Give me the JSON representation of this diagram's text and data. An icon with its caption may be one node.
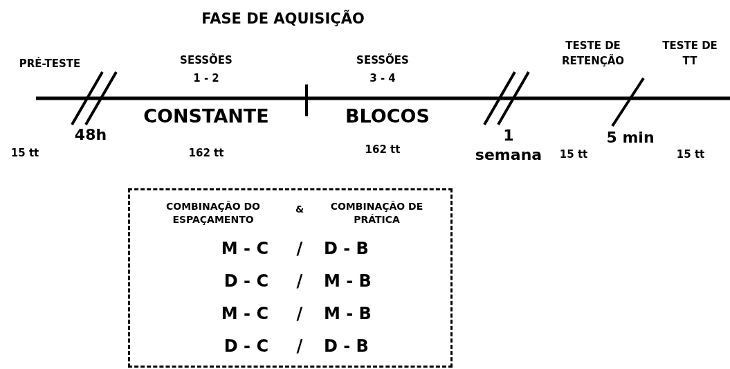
{
  "diagram": {
    "title": "FASE DE AQUISIÇÃO",
    "nodes": [
      {
        "text": [
          "COMBINAÇÃO DO ESPAÇAMENTO",
          "&",
          "COMBINAÇÃO DE PRÁTICA",
          "M - C",
          "/",
          "D - B",
          "D - C",
          "/",
          "M - B",
          "M - C",
          "/",
          "M - B",
          "D - C",
          "/",
          "D - B"
        ]
      }
    ],
    "labels": [
      "PRÉ-TESTE",
      "SESSÕES 1 - 2",
      "SESSÕES 3 - 4",
      "TESTE DE RETENÇÃO",
      "TESTE DE TT",
      "48h",
      "CONSTANTE",
      "BLOCOS",
      "1 semana",
      "5 min",
      "15 tt",
      "162 tt",
      "162 tt",
      "15 tt",
      "15 tt"
    ]
  }
}
